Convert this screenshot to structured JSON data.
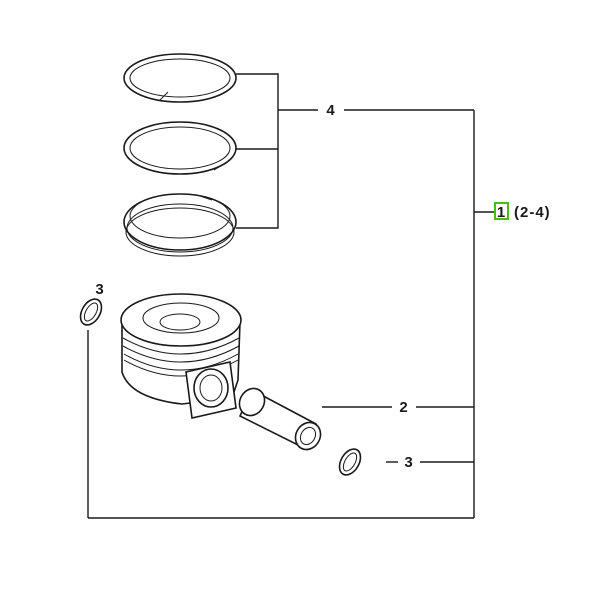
{
  "callouts": {
    "assembly": {
      "number": "1",
      "range": "(2-4)",
      "highlight_color": "#4cbb17"
    },
    "rings": "4",
    "pin": "2",
    "snap_ring_right": "3",
    "snap_ring_left": "3"
  }
}
